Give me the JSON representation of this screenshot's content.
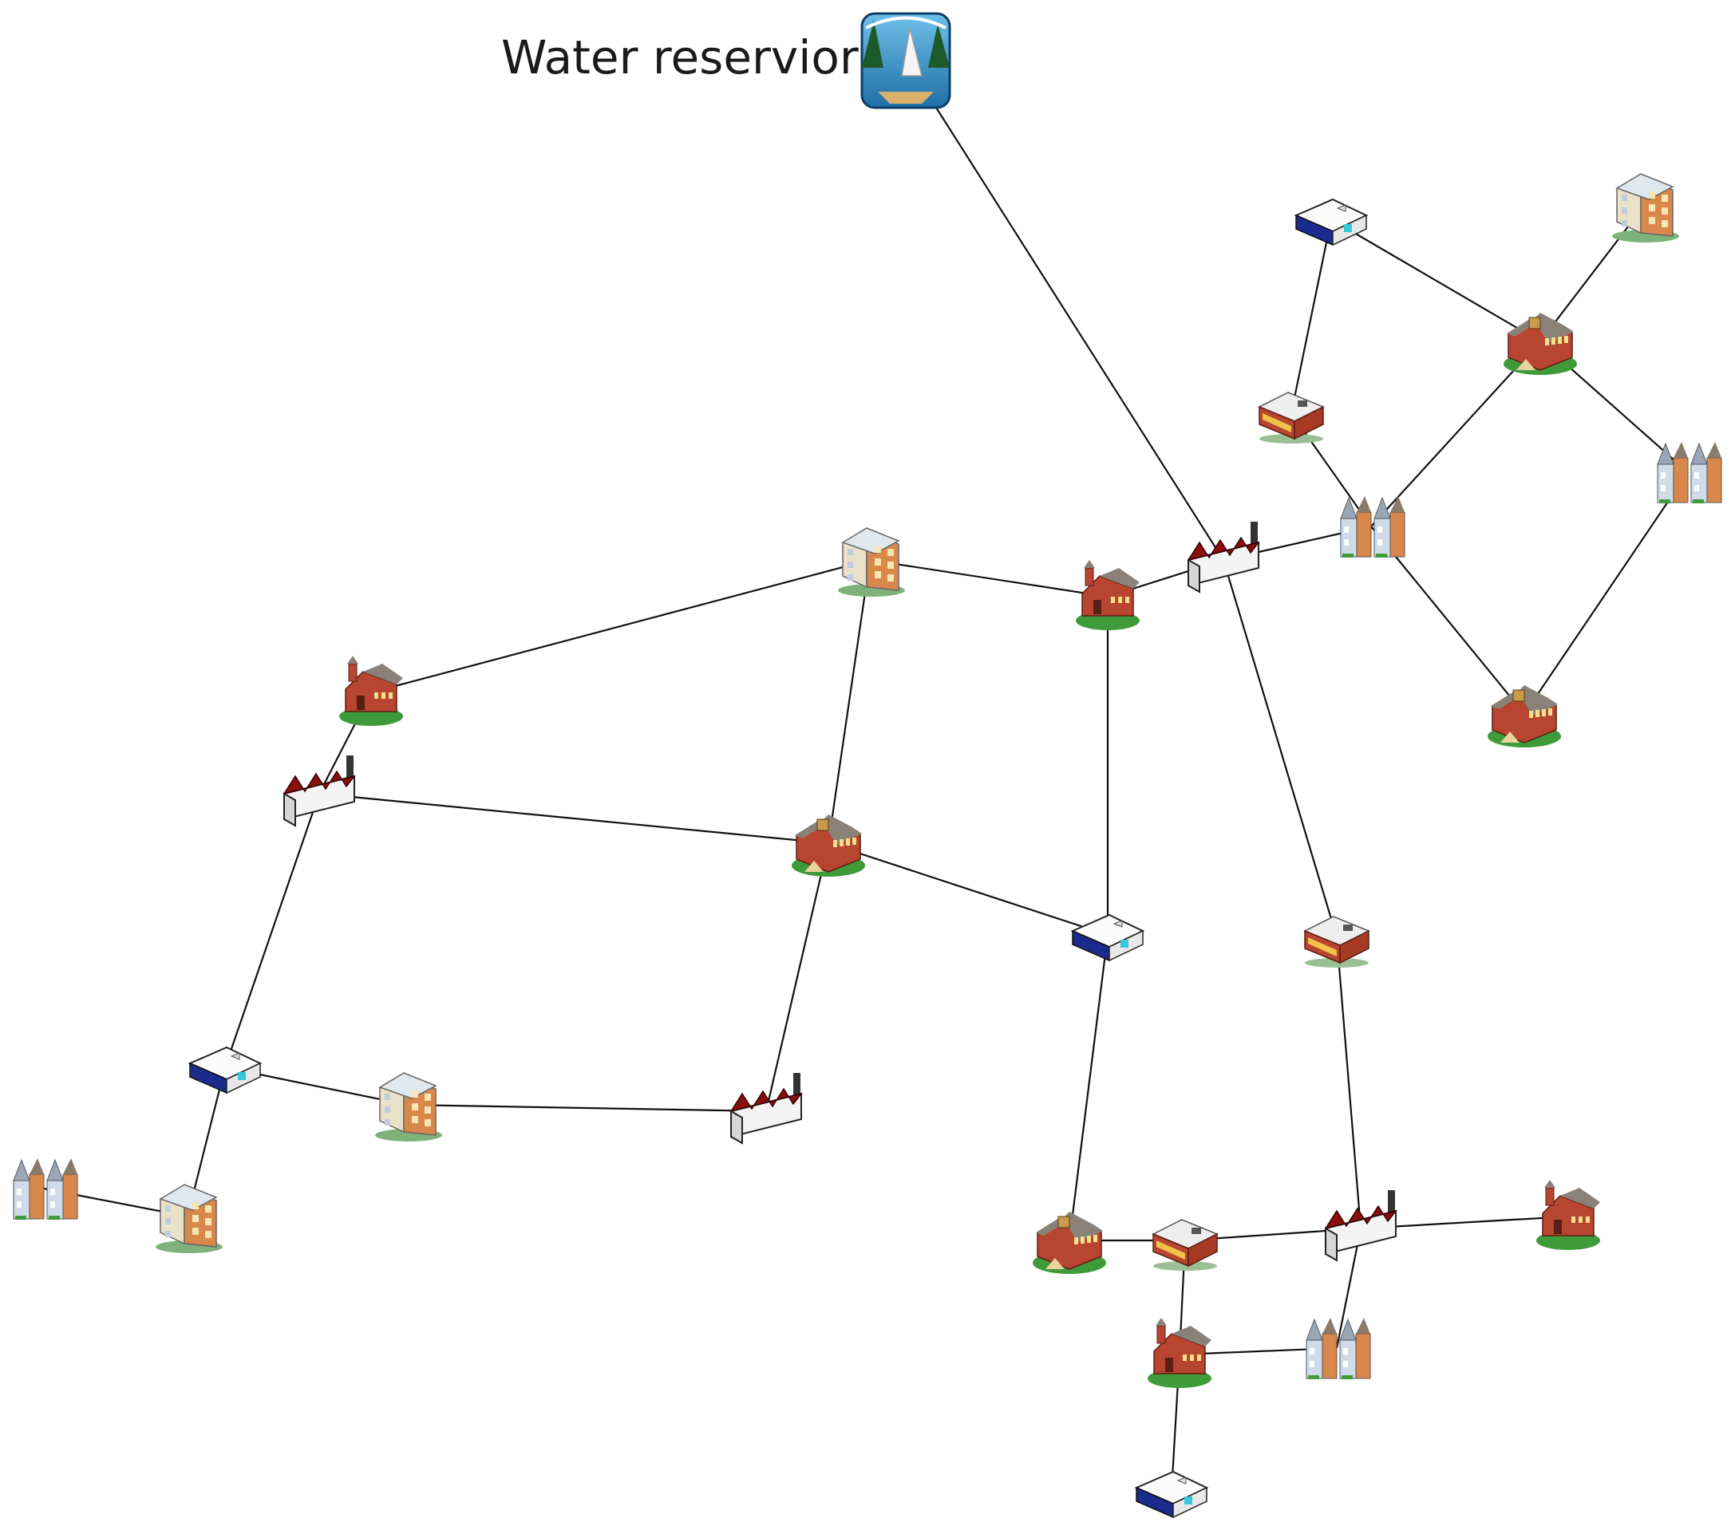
{
  "reservoir": {
    "label": "Water reservior",
    "icon": "water-reservoir-icon"
  },
  "node_types": {
    "reservoir": "water-reservoir-icon",
    "factory": "factory-icon",
    "store": "store-icon",
    "apartment": "apartment-building-icon",
    "school": "school-icon",
    "barn": "barn-icon",
    "shop": "shop-icon",
    "townhouse": "townhouse-icon"
  },
  "nodes": [
    {
      "id": "reservoir",
      "type": "reservoir"
    },
    {
      "id": "f1",
      "type": "factory"
    },
    {
      "id": "st1",
      "type": "store"
    },
    {
      "id": "ap1",
      "type": "apartment"
    },
    {
      "id": "sc1",
      "type": "school"
    },
    {
      "id": "sh1",
      "type": "shop"
    },
    {
      "id": "th1",
      "type": "townhouse"
    },
    {
      "id": "th2",
      "type": "townhouse"
    },
    {
      "id": "sc2",
      "type": "school"
    },
    {
      "id": "ap2",
      "type": "apartment"
    },
    {
      "id": "b1",
      "type": "barn"
    },
    {
      "id": "b2",
      "type": "barn"
    },
    {
      "id": "f2",
      "type": "factory"
    },
    {
      "id": "sc3",
      "type": "school"
    },
    {
      "id": "st2",
      "type": "store"
    },
    {
      "id": "sh2",
      "type": "shop"
    },
    {
      "id": "st3",
      "type": "store"
    },
    {
      "id": "ap3",
      "type": "apartment"
    },
    {
      "id": "f3",
      "type": "factory"
    },
    {
      "id": "th3",
      "type": "townhouse"
    },
    {
      "id": "ap4",
      "type": "apartment"
    },
    {
      "id": "sc4",
      "type": "school"
    },
    {
      "id": "sh3",
      "type": "shop"
    },
    {
      "id": "f4",
      "type": "factory"
    },
    {
      "id": "b3",
      "type": "barn"
    },
    {
      "id": "b4",
      "type": "barn"
    },
    {
      "id": "th4",
      "type": "townhouse"
    },
    {
      "id": "st4",
      "type": "store"
    }
  ],
  "edges": [
    [
      "reservoir",
      "f1"
    ],
    [
      "st1",
      "sh1"
    ],
    [
      "st1",
      "sc1"
    ],
    [
      "ap1",
      "sc1"
    ],
    [
      "sh1",
      "th1"
    ],
    [
      "sc1",
      "th1"
    ],
    [
      "sc1",
      "th2"
    ],
    [
      "th1",
      "sc2"
    ],
    [
      "th2",
      "sc2"
    ],
    [
      "th1",
      "f1"
    ],
    [
      "f1",
      "b1"
    ],
    [
      "f1",
      "sh2"
    ],
    [
      "b1",
      "ap2"
    ],
    [
      "b1",
      "st2"
    ],
    [
      "ap2",
      "b2"
    ],
    [
      "ap2",
      "sc3"
    ],
    [
      "b2",
      "f2"
    ],
    [
      "f2",
      "sc3"
    ],
    [
      "f2",
      "st3"
    ],
    [
      "sc3",
      "st2"
    ],
    [
      "sc3",
      "f3"
    ],
    [
      "st3",
      "ap3"
    ],
    [
      "st3",
      "ap4"
    ],
    [
      "ap3",
      "f3"
    ],
    [
      "th3",
      "ap4"
    ],
    [
      "st2",
      "sc4"
    ],
    [
      "sc4",
      "sh3"
    ],
    [
      "sh3",
      "f4"
    ],
    [
      "sh3",
      "b3"
    ],
    [
      "sh2",
      "f4"
    ],
    [
      "f4",
      "b4"
    ],
    [
      "f4",
      "th4"
    ],
    [
      "b3",
      "th4"
    ],
    [
      "b3",
      "st4"
    ]
  ],
  "colors": {
    "edge": "#111111",
    "brick": "#b8452f",
    "factory_roof": "#8b0f0f",
    "store_band": "#1b2c8f",
    "grass": "#3f9a3a",
    "apartment_wall": "#d9874a"
  }
}
